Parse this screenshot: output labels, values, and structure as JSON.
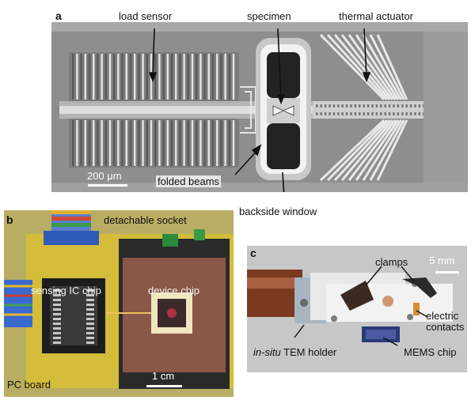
{
  "panel_a": {
    "letter": "a",
    "labels": {
      "load_sensor": "load sensor",
      "specimen": "specimen",
      "thermal_actuator": "thermal actuator",
      "folded_beams": "folded beams",
      "backside_window": "backside window",
      "scale": "200 μm"
    }
  },
  "panel_b": {
    "letter": "b",
    "labels": {
      "detachable_socket": "detachable socket",
      "sensing_ic_chip": "sensing IC chip",
      "device_chip": "device chip",
      "pc_board": "PC board",
      "scale": "1 cm"
    }
  },
  "panel_c": {
    "letter": "c",
    "labels": {
      "clamps": "clamps",
      "scale": "5 mm",
      "electric": "electric",
      "contacts": "contacts",
      "holder_italic": "in-situ",
      "holder_rest": " TEM holder",
      "mems_chip": "MEMS chip"
    }
  },
  "colors": {
    "sem_bg": "#8f8f8f",
    "sem_light": "#d8d8d8",
    "sem_dark": "#2a2a2a",
    "pcb_yellow": "#d6c03a",
    "chip_socket": "#7a4f3e",
    "holder_copper": "#8a4a2a",
    "holder_plate": "#e8e8e8"
  }
}
